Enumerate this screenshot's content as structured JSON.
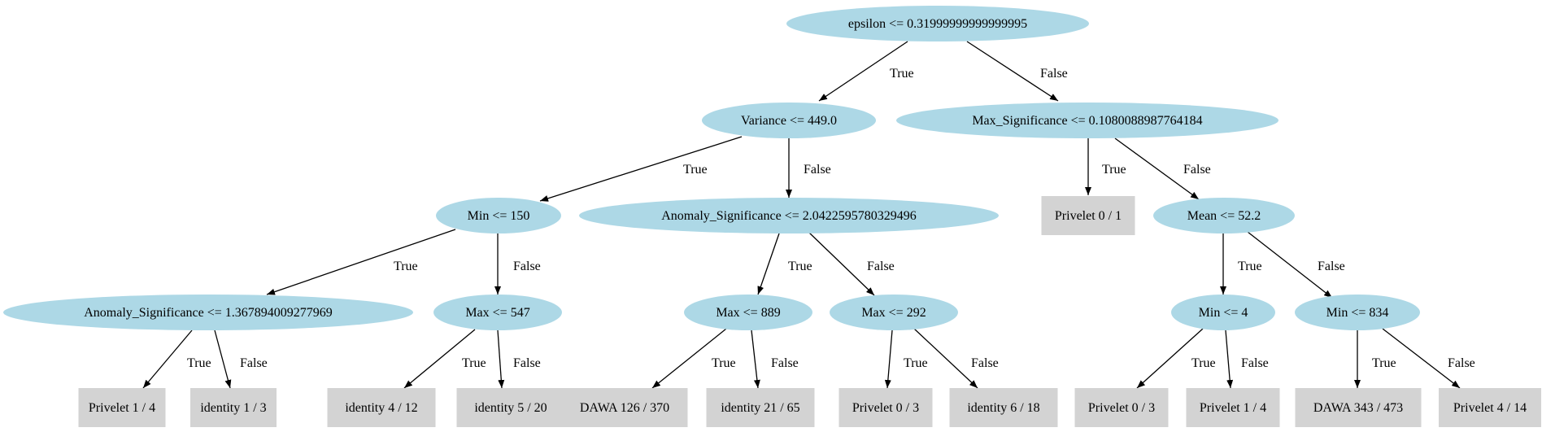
{
  "colors": {
    "decision_node_fill": "#add8e6",
    "leaf_node_fill": "#d3d3d3",
    "edge": "#000000"
  },
  "nodes": {
    "n0": {
      "label": "epsilon <= 0.31999999999999995",
      "kind": "decision"
    },
    "n1": {
      "label": "Variance <= 449.0",
      "kind": "decision"
    },
    "n2": {
      "label": "Max_Significance <= 0.1080088987764184",
      "kind": "decision"
    },
    "n3": {
      "label": "Min <= 150",
      "kind": "decision"
    },
    "n4": {
      "label": "Anomaly_Significance <= 2.0422595780329496",
      "kind": "decision"
    },
    "n5": {
      "label": "Privelet 0 / 1",
      "kind": "leaf"
    },
    "n6": {
      "label": "Mean <= 52.2",
      "kind": "decision"
    },
    "n7": {
      "label": "Anomaly_Significance <= 1.367894009277969",
      "kind": "decision"
    },
    "n8": {
      "label": "Max <= 547",
      "kind": "decision"
    },
    "n9": {
      "label": "Max <= 889",
      "kind": "decision"
    },
    "n10": {
      "label": "Max <= 292",
      "kind": "decision"
    },
    "n11": {
      "label": "Min <= 4",
      "kind": "decision"
    },
    "n12": {
      "label": "Min <= 834",
      "kind": "decision"
    },
    "n13": {
      "label": "Privelet 1 / 4",
      "kind": "leaf"
    },
    "n14": {
      "label": "identity 1 / 3",
      "kind": "leaf"
    },
    "n15": {
      "label": "identity 4 / 12",
      "kind": "leaf"
    },
    "n16": {
      "label": "identity 5 / 20",
      "kind": "leaf"
    },
    "n17": {
      "label": "DAWA 126 / 370",
      "kind": "leaf"
    },
    "n18": {
      "label": "identity 21 / 65",
      "kind": "leaf"
    },
    "n19": {
      "label": "Privelet 0 / 3",
      "kind": "leaf"
    },
    "n20": {
      "label": "identity 6 / 18",
      "kind": "leaf"
    },
    "n21": {
      "label": "Privelet 0 / 3",
      "kind": "leaf"
    },
    "n22": {
      "label": "Privelet 1 / 4",
      "kind": "leaf"
    },
    "n23": {
      "label": "DAWA 343 / 473",
      "kind": "leaf"
    },
    "n24": {
      "label": "Privelet 4 / 14",
      "kind": "leaf"
    }
  },
  "edges": [
    {
      "id": "e0",
      "from": "n0",
      "to": "n1",
      "label": "True"
    },
    {
      "id": "e1",
      "from": "n0",
      "to": "n2",
      "label": "False"
    },
    {
      "id": "e2",
      "from": "n1",
      "to": "n3",
      "label": "True"
    },
    {
      "id": "e3",
      "from": "n1",
      "to": "n4",
      "label": "False"
    },
    {
      "id": "e4",
      "from": "n2",
      "to": "n5",
      "label": "True"
    },
    {
      "id": "e5",
      "from": "n2",
      "to": "n6",
      "label": "False"
    },
    {
      "id": "e6",
      "from": "n3",
      "to": "n7",
      "label": "True"
    },
    {
      "id": "e7",
      "from": "n3",
      "to": "n8",
      "label": "False"
    },
    {
      "id": "e8",
      "from": "n4",
      "to": "n9",
      "label": "True"
    },
    {
      "id": "e9",
      "from": "n4",
      "to": "n10",
      "label": "False"
    },
    {
      "id": "e10",
      "from": "n6",
      "to": "n11",
      "label": "True"
    },
    {
      "id": "e11",
      "from": "n6",
      "to": "n12",
      "label": "False"
    },
    {
      "id": "e12",
      "from": "n7",
      "to": "n13",
      "label": "True"
    },
    {
      "id": "e13",
      "from": "n7",
      "to": "n14",
      "label": "False"
    },
    {
      "id": "e14",
      "from": "n8",
      "to": "n15",
      "label": "True"
    },
    {
      "id": "e15",
      "from": "n8",
      "to": "n16",
      "label": "False"
    },
    {
      "id": "e16",
      "from": "n9",
      "to": "n17",
      "label": "True"
    },
    {
      "id": "e17",
      "from": "n9",
      "to": "n18",
      "label": "False"
    },
    {
      "id": "e18",
      "from": "n10",
      "to": "n19",
      "label": "True"
    },
    {
      "id": "e19",
      "from": "n10",
      "to": "n20",
      "label": "False"
    },
    {
      "id": "e20",
      "from": "n11",
      "to": "n21",
      "label": "True"
    },
    {
      "id": "e21",
      "from": "n11",
      "to": "n22",
      "label": "False"
    },
    {
      "id": "e22",
      "from": "n12",
      "to": "n23",
      "label": "True"
    },
    {
      "id": "e23",
      "from": "n12",
      "to": "n24",
      "label": "False"
    }
  ]
}
